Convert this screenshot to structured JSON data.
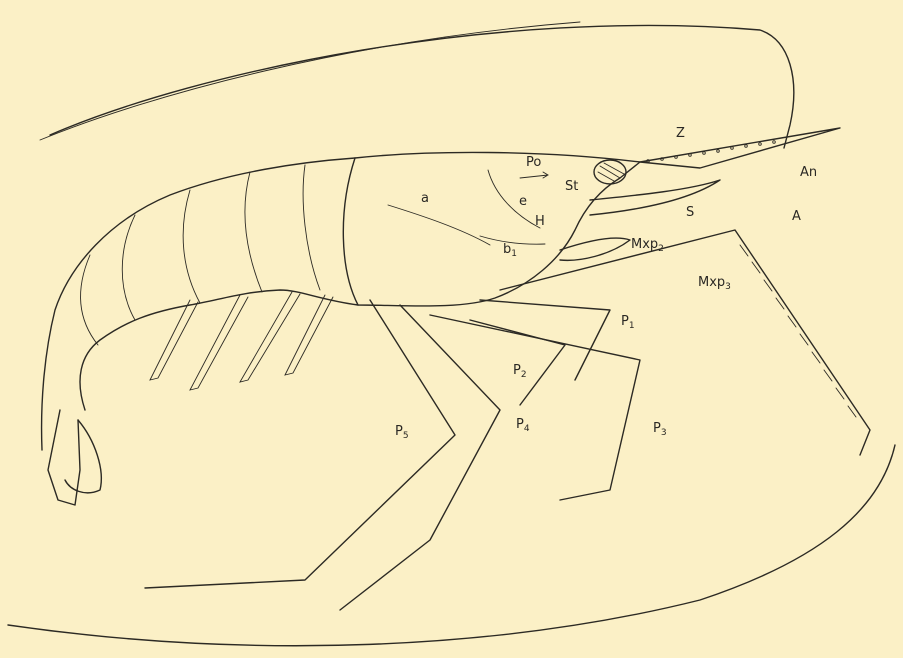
{
  "labels": {
    "Z": "Z",
    "Po": "Po",
    "An": "An",
    "St": "St",
    "e": "e",
    "a": "a",
    "H": "H",
    "b": "b",
    "b_sub": "1",
    "S": "S",
    "A": "A",
    "Mxp2": "Mxp",
    "Mxp2_sub": "2",
    "Mxp3": "Mxp",
    "Mxp3_sub": "3",
    "P1": "P",
    "P1_sub": "1",
    "P2": "P",
    "P2_sub": "2",
    "P3": "P",
    "P3_sub": "3",
    "P4": "P",
    "P4_sub": "4",
    "P5": "P",
    "P5_sub": "5"
  },
  "colors": {
    "paper": "#fbf0c6",
    "ink": "#2c2a24"
  }
}
